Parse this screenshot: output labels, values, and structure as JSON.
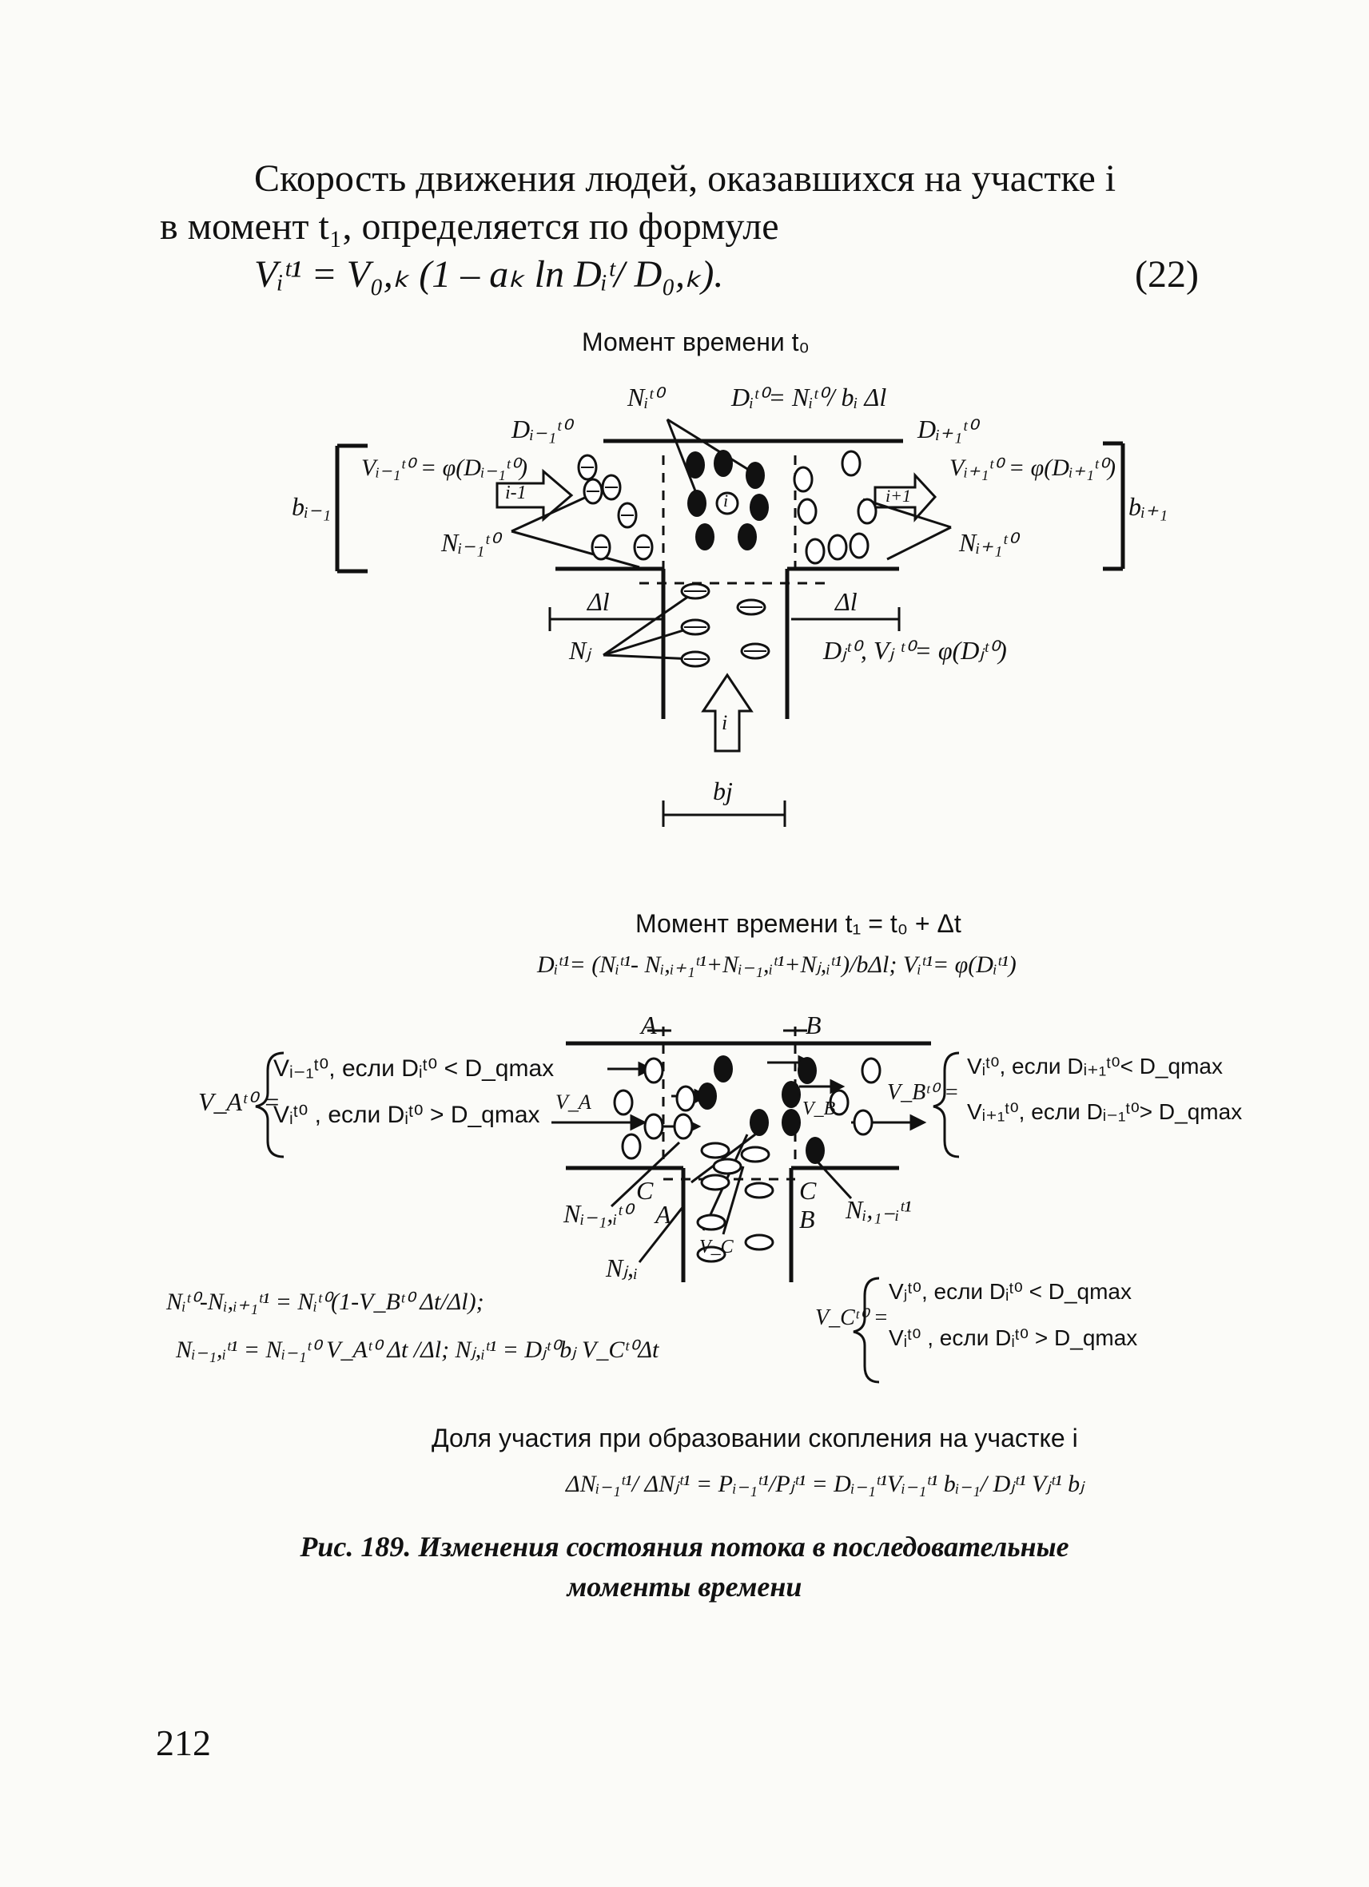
{
  "paragraph": {
    "line1": "Скорость движения людей, оказавшихся на участке i",
    "line2": "в момент t₁, определяется по формуле",
    "formula": "Vᵢᵗ¹ = V₀,ₖ (1 – aₖ ln Dᵢᵗ/ D₀,ₖ).",
    "formula_number": "(22)"
  },
  "figure_top": {
    "title": "Момент времени t₀",
    "labels": {
      "n_i": "Nᵢᵗ⁰",
      "d_i_formula": "Dᵢᵗ⁰= Nᵢᵗ⁰/ bᵢ Δl",
      "d_prev": "Dᵢ₋₁ᵗ⁰",
      "d_next": "Dᵢ₊₁ᵗ⁰",
      "v_prev": "Vᵢ₋₁ᵗ⁰ = φ(Dᵢ₋₁ᵗ⁰)",
      "v_next": "Vᵢ₊₁ᵗ⁰ = φ(Dᵢ₊₁ᵗ⁰)",
      "b_prev": "bᵢ₋₁",
      "b_next": "bᵢ₊₁",
      "n_prev": "Nᵢ₋₁ᵗ⁰",
      "n_next": "Nᵢ₊₁ᵗ⁰",
      "arrow_prev": "i-1",
      "arrow_next": "i+1",
      "circle_i": "i",
      "delta_l_left": "Δl",
      "delta_l_right": "Δl",
      "n_j": "Nⱼ",
      "d_j": "Dⱼᵗ⁰, Vⱼ ᵗ⁰= φ(Dⱼᵗ⁰)",
      "arrow_up": "i",
      "bj": "bj"
    }
  },
  "figure_bottom": {
    "title": "Момент времени t₁ = t₀ + Δt",
    "formula": "Dᵢᵗ¹= (Nᵢᵗ¹- Nᵢ,ᵢ₊₁ᵗ¹+Nᵢ₋₁,ᵢᵗ¹+Nⱼ,ᵢᵗ¹)/bΔl; Vᵢᵗ¹= φ(Dᵢᵗ¹)",
    "va_lhs": "V_Aᵗ⁰ =",
    "va_case1": "Vᵢ₋₁ᵗ⁰, если Dᵢᵗ⁰ < D_qmax",
    "va_case2": "Vᵢᵗ⁰ , если Dᵢᵗ⁰ > D_qmax",
    "vb_lhs": "V_Bᵗ⁰ =",
    "vb_case1": "Vᵢᵗ⁰, если Dᵢ₊₁ᵗ⁰< D_qmax",
    "vb_case2": "Vᵢ₊₁ᵗ⁰, если Dᵢ₋₁ᵗ⁰> D_qmax",
    "vc_lhs": "V_Cᵗ⁰ =",
    "vc_case1": "Vⱼᵗ⁰, если Dᵢᵗ⁰ < D_qmax",
    "vc_case2": "Vᵢᵗ⁰ , если Dᵢᵗ⁰ > D_qmax",
    "label_A_top": "A",
    "label_B_top": "B",
    "label_VA": "V_A",
    "label_VB": "V_B",
    "label_VC": "V_C",
    "label_C_left": "C",
    "label_C_right": "C",
    "label_A_bottom": "A",
    "label_B_bottom": "B",
    "n_prev_i": "Nᵢ₋₁,ᵢᵗ⁰",
    "n_i_next": "Nᵢ,₁₋ᵢᵗ¹",
    "n_j_i": "Nⱼ,ᵢ",
    "eq1": "Nᵢᵗ⁰-Nᵢ,ᵢ₊₁ᵗ¹ = Nᵢᵗ⁰(1-V_Bᵗ⁰ Δt/Δl);",
    "eq2": "Nᵢ₋₁,ᵢᵗ¹ = Nᵢ₋₁ᵗ⁰ V_Aᵗ⁰ Δt /Δl;  Nⱼ,ᵢᵗ¹ = Dⱼᵗ⁰bⱼ V_Cᵗ⁰Δt",
    "share_title": "Доля участия при образовании скопления на участке i",
    "share_formula": "ΔNᵢ₋₁ᵗ¹/ ΔNⱼᵗ¹ = Pᵢ₋₁ᵗ¹/Pⱼᵗ¹ = Dᵢ₋₁ᵗ¹Vᵢ₋₁ᵗ¹ bᵢ₋₁/ Dⱼᵗ¹ Vⱼᵗ¹ bⱼ"
  },
  "caption": {
    "line1": "Рис. 189. Изменения состояния потока в последовательные",
    "line2": "моменты времени"
  },
  "page_number": "212"
}
